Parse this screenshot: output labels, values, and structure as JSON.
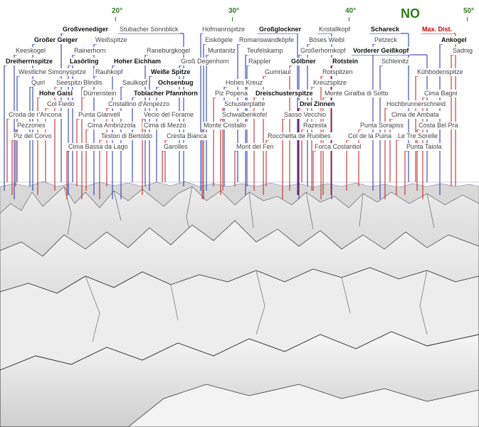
{
  "compass": {
    "degrees": [
      "20°",
      "30°",
      "40°",
      "50°"
    ],
    "direction": "NO"
  },
  "colors": {
    "leader_blue": "#1a2ea8",
    "leader_red": "#c01818",
    "max_dist_red": "#d00000",
    "compass_green": "#2e7d1c",
    "terrain_light": "#e6e6e6",
    "terrain_shadow": "#9a9a9a"
  },
  "labels": [
    {
      "text": "Großvenediger",
      "w": "b",
      "c": "b"
    },
    {
      "text": "Stubacher Sonnblick",
      "w": "g",
      "c": "b"
    },
    {
      "text": "Hofmannspitze",
      "w": "g",
      "c": "b"
    },
    {
      "text": "Großglockner",
      "w": "b",
      "c": "b"
    },
    {
      "text": "Kristallkopf",
      "w": "g",
      "c": "b"
    },
    {
      "text": "Schareck",
      "w": "b",
      "c": "b"
    },
    {
      "text": "Max. Dist.",
      "w": "r",
      "c": "r"
    },
    {
      "text": "Großer Geiger",
      "w": "b",
      "c": "b"
    },
    {
      "text": "Weißspitze",
      "w": "g",
      "c": "b"
    },
    {
      "text": "Eiskögele",
      "w": "g",
      "c": "b"
    },
    {
      "text": "Romariswandköpfe",
      "w": "g",
      "c": "b"
    },
    {
      "text": "Böses Weibl",
      "w": "g",
      "c": "b"
    },
    {
      "text": "Petzeck",
      "w": "g",
      "c": "b"
    },
    {
      "text": "Ankogel",
      "w": "b",
      "c": "b"
    },
    {
      "text": "Keeskogel",
      "w": "g",
      "c": "b"
    },
    {
      "text": "Rainerhorn",
      "w": "g",
      "c": "b"
    },
    {
      "text": "Raneburgkogel",
      "w": "g",
      "c": "b"
    },
    {
      "text": "Muntanitz",
      "w": "g",
      "c": "b"
    },
    {
      "text": "Teufelskamp",
      "w": "g",
      "c": "b"
    },
    {
      "text": "Großerhornkopf",
      "w": "g",
      "c": "b"
    },
    {
      "text": "Vorderer Geißkopf",
      "w": "b",
      "c": "b"
    },
    {
      "text": "Sadnig",
      "w": "g",
      "c": "r"
    },
    {
      "text": "Dreiherrnspitze",
      "w": "b",
      "c": "b"
    },
    {
      "text": "Lasörling",
      "w": "b",
      "c": "b"
    },
    {
      "text": "Hoher Eichham",
      "w": "b",
      "c": "b"
    },
    {
      "text": "Groß Degenhorn",
      "w": "g",
      "c": "b"
    },
    {
      "text": "Rappler",
      "w": "g",
      "c": "b"
    },
    {
      "text": "Gölbner",
      "w": "b",
      "c": "r"
    },
    {
      "text": "Rotstein",
      "w": "b",
      "c": "r"
    },
    {
      "text": "Schleinitz",
      "w": "g",
      "c": "b"
    },
    {
      "text": "Westliche Simonyspitze",
      "w": "g",
      "c": "b"
    },
    {
      "text": "Rauhkopf",
      "w": "g",
      "c": "b"
    },
    {
      "text": "Weiße Spitze",
      "w": "b",
      "c": "b"
    },
    {
      "text": "Gumriaul",
      "w": "g",
      "c": "r"
    },
    {
      "text": "Rotspitzen",
      "w": "g",
      "c": "r"
    },
    {
      "text": "Kühbodenspitze",
      "w": "g",
      "c": "r"
    },
    {
      "text": "Quirl",
      "w": "g",
      "c": "b"
    },
    {
      "text": "Seespitze",
      "w": "g",
      "c": "r"
    },
    {
      "text": "Blindis",
      "w": "g",
      "c": "b"
    },
    {
      "text": "Saulkopf",
      "w": "g",
      "c": "b"
    },
    {
      "text": "Ochsenbug",
      "w": "b",
      "c": "b"
    },
    {
      "text": "Hohes Kreuz",
      "w": "g",
      "c": "b"
    },
    {
      "text": "Kreuzspitze",
      "w": "g",
      "c": "r"
    },
    {
      "text": "Hohe Gaisl",
      "w": "b",
      "c": "r"
    },
    {
      "text": "Dürrenstein",
      "w": "g",
      "c": "r"
    },
    {
      "text": "Toblacher Pfannhorn",
      "w": "b",
      "c": "b"
    },
    {
      "text": "Piz Popena",
      "w": "g",
      "c": "r"
    },
    {
      "text": "Dreischusterspitze",
      "w": "b",
      "c": "r"
    },
    {
      "text": "Monte Giralba di Sotto",
      "w": "g",
      "c": "r"
    },
    {
      "text": "Cima Bagni",
      "w": "g",
      "c": "r"
    },
    {
      "text": "Col Fiedo",
      "w": "g",
      "c": "r"
    },
    {
      "text": "Cristallino d'Ampezzo",
      "w": "g",
      "c": "r"
    },
    {
      "text": "Schusterplatte",
      "w": "g",
      "c": "r"
    },
    {
      "text": "Drei Zinnen",
      "w": "b",
      "c": "r"
    },
    {
      "text": "Hochbrunnerschneid",
      "w": "g",
      "c": "r"
    },
    {
      "text": "Croda de r'Ancona",
      "w": "g",
      "c": "r"
    },
    {
      "text": "Punta Glanvell",
      "w": "g",
      "c": "r"
    },
    {
      "text": "Vecio del Forame",
      "w": "g",
      "c": "r"
    },
    {
      "text": "Schwalbenkofel",
      "w": "g",
      "c": "r"
    },
    {
      "text": "Sasso Vecchio",
      "w": "g",
      "c": "r"
    },
    {
      "text": "Cima de Ambata",
      "w": "g",
      "c": "r"
    },
    {
      "text": "Pezzories",
      "w": "g",
      "c": "r"
    },
    {
      "text": "Cima Ambrizzola",
      "w": "g",
      "c": "r"
    },
    {
      "text": "Cima di Mezzo",
      "w": "g",
      "c": "r"
    },
    {
      "text": "Monte Cristallo",
      "w": "g",
      "c": "r"
    },
    {
      "text": "Razesta",
      "w": "g",
      "c": "r"
    },
    {
      "text": "Punta Sorapiss",
      "w": "g",
      "c": "r"
    },
    {
      "text": "Costa Bel Pra",
      "w": "g",
      "c": "r"
    },
    {
      "text": "Piz del Corvo",
      "w": "g",
      "c": "r"
    },
    {
      "text": "Teston di Bertoldo",
      "w": "g",
      "c": "r"
    },
    {
      "text": "Cresta Bianca",
      "w": "g",
      "c": "r"
    },
    {
      "text": "Rocchetta de Ruoibes",
      "w": "g",
      "c": "r"
    },
    {
      "text": "Col de la Puina",
      "w": "g",
      "c": "r"
    },
    {
      "text": "Le Tre Sorelle",
      "w": "g",
      "c": "r"
    },
    {
      "text": "Cima Bassa da Lago",
      "w": "g",
      "c": "r"
    },
    {
      "text": "Garolles",
      "w": "g",
      "c": "r"
    },
    {
      "text": "Mont del Fen",
      "w": "g",
      "c": "r"
    },
    {
      "text": "Forca Costantiol",
      "w": "g",
      "c": "r"
    },
    {
      "text": "Punta Taiola",
      "w": "g",
      "c": "r"
    }
  ]
}
